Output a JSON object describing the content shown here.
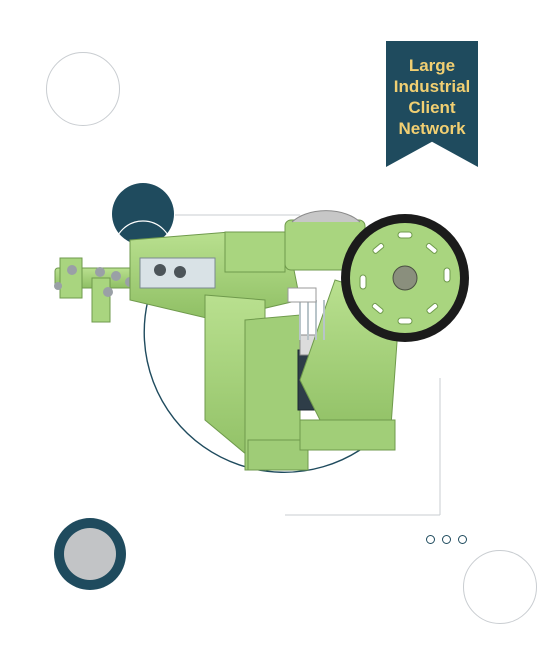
{
  "badge": {
    "lines": [
      "Large",
      "Industrial",
      "Client",
      "Network"
    ]
  },
  "image": {
    "subject": "green industrial nail making machine with large flywheel",
    "icon": "machine-photo"
  },
  "colors": {
    "accent_dark": "#1f4b5e",
    "badge_text": "#f1cf72",
    "machine_green": "#a9d57f",
    "flywheel": "#1b1b1b",
    "outline": "#c9cdd1",
    "disc_gray": "#c2c4c6"
  },
  "pagination_dots": 3
}
